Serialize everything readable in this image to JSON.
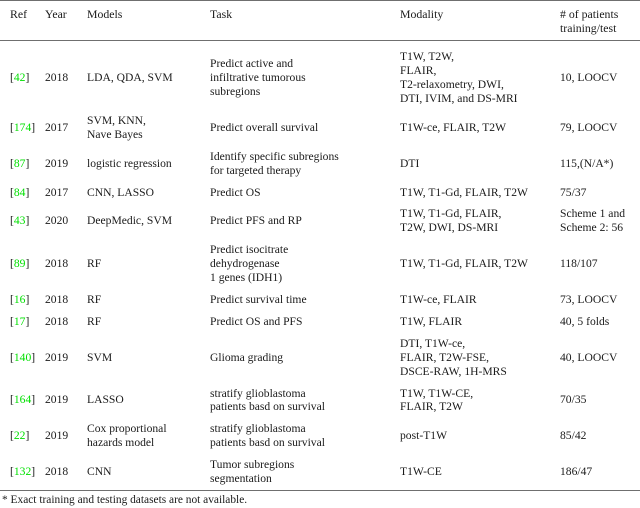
{
  "table": {
    "columns": [
      {
        "key": "ref",
        "label": "Ref"
      },
      {
        "key": "year",
        "label": "Year"
      },
      {
        "key": "models",
        "label": "Models"
      },
      {
        "key": "task",
        "label": "Task"
      },
      {
        "key": "modality",
        "label": "Modality"
      },
      {
        "key": "patients",
        "label": "# of patients\ntraining/test"
      }
    ],
    "ref_color": "#00e000",
    "rows": [
      {
        "ref": "42",
        "year": "2018",
        "models": "LDA, QDA, SVM",
        "task": "Predict active and\ninfiltrative tumorous\nsubregions",
        "modality": "T1W, T2W,\nFLAIR,\nT2-relaxometry, DWI,\nDTI, IVIM, and DS-MRI",
        "patients": "10, LOOCV"
      },
      {
        "ref": "174",
        "year": "2017",
        "models": "SVM, KNN,\nNave Bayes",
        "task": "Predict overall survival",
        "modality": "T1W-ce, FLAIR, T2W",
        "patients": "79, LOOCV"
      },
      {
        "ref": "87",
        "year": "2019",
        "models": "logistic regression",
        "task": "Identify specific subregions\nfor targeted therapy",
        "modality": "DTI",
        "patients": "115,(N/A*)"
      },
      {
        "ref": "84",
        "year": "2017",
        "models": "CNN, LASSO",
        "task": "Predict OS",
        "modality": "T1W, T1-Gd, FLAIR, T2W",
        "patients": "75/37"
      },
      {
        "ref": "43",
        "year": "2020",
        "models": "DeepMedic, SVM",
        "task": "Predict PFS and RP",
        "modality": "T1W, T1-Gd, FLAIR,\nT2W, DWI, DS-MRI",
        "patients": "Scheme 1 and\nScheme 2: 56"
      },
      {
        "ref": "89",
        "year": "2018",
        "models": "RF",
        "task": "Predict isocitrate\ndehydrogenase\n1 genes (IDH1)",
        "modality": "T1W, T1-Gd, FLAIR, T2W",
        "patients": "118/107"
      },
      {
        "ref": "16",
        "year": "2018",
        "models": "RF",
        "task": "Predict survival time",
        "modality": "T1W-ce, FLAIR",
        "patients": "73, LOOCV"
      },
      {
        "ref": "17",
        "year": "2018",
        "models": "RF",
        "task": "Predict OS and PFS",
        "modality": "T1W, FLAIR",
        "patients": "40, 5 folds"
      },
      {
        "ref": "140",
        "year": "2019",
        "models": "SVM",
        "task": "Glioma grading",
        "modality": "DTI, T1W-ce,\nFLAIR, T2W-FSE,\nDSCE-RAW, 1H-MRS",
        "patients": "40, LOOCV"
      },
      {
        "ref": "164",
        "year": "2019",
        "models": "LASSO",
        "task": "stratify glioblastoma\npatients basd on survival",
        "modality": "T1W, T1W-CE,\nFLAIR, T2W",
        "patients": "70/35"
      },
      {
        "ref": "22",
        "year": "2019",
        "models": "Cox proportional\nhazards model",
        "task": "stratify glioblastoma\npatients basd on survival",
        "modality": "post-T1W",
        "patients": "85/42"
      },
      {
        "ref": "132",
        "year": "2018",
        "models": "CNN",
        "task": "Tumor subregions\nsegmentation",
        "modality": "T1W-CE",
        "patients": "186/47"
      }
    ],
    "footnote": "* Exact training and testing datasets are not available."
  }
}
